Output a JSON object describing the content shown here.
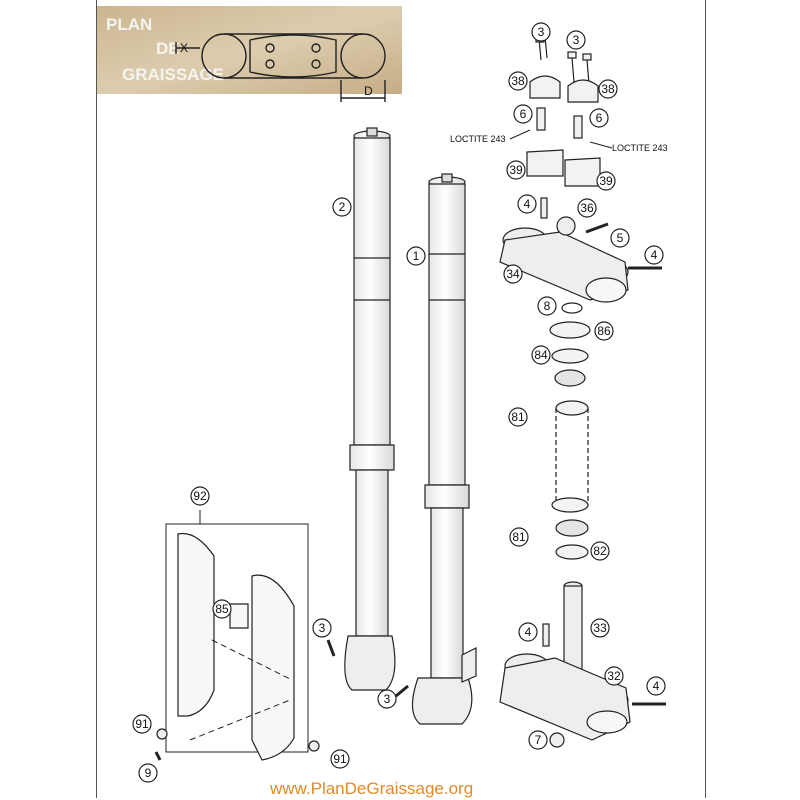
{
  "watermark": {
    "line1": "PLAN",
    "line2": "DE",
    "line3": "GRAISSAGE",
    "dim_x": "X",
    "dim_d": "D"
  },
  "footer_url": "www.PlanDeGraissage.org",
  "loctite": {
    "left": "LOCTITE 243",
    "right": "LOCTITE 243"
  },
  "callouts": {
    "c3a": "3",
    "c3b": "3",
    "c38a": "38",
    "c38b": "38",
    "c6a": "6",
    "c6b": "6",
    "c39a": "39",
    "c39b": "39",
    "c4a": "4",
    "c36": "36",
    "c5": "5",
    "c4b": "4",
    "c34": "34",
    "c8": "8",
    "c86": "86",
    "c84": "84",
    "c81a": "81",
    "c81b": "81",
    "c82": "82",
    "c4c": "4",
    "c33": "33",
    "c32": "32",
    "c4d": "4",
    "c7": "7",
    "c2": "2",
    "c1": "1",
    "c92": "92",
    "c85": "85",
    "c91a": "91",
    "c91b": "91",
    "c9": "9",
    "c3c": "3",
    "c3d": "3"
  },
  "colors": {
    "accent": "#e08a2a",
    "line": "#222222",
    "logo_bg": "#c9b48f"
  }
}
